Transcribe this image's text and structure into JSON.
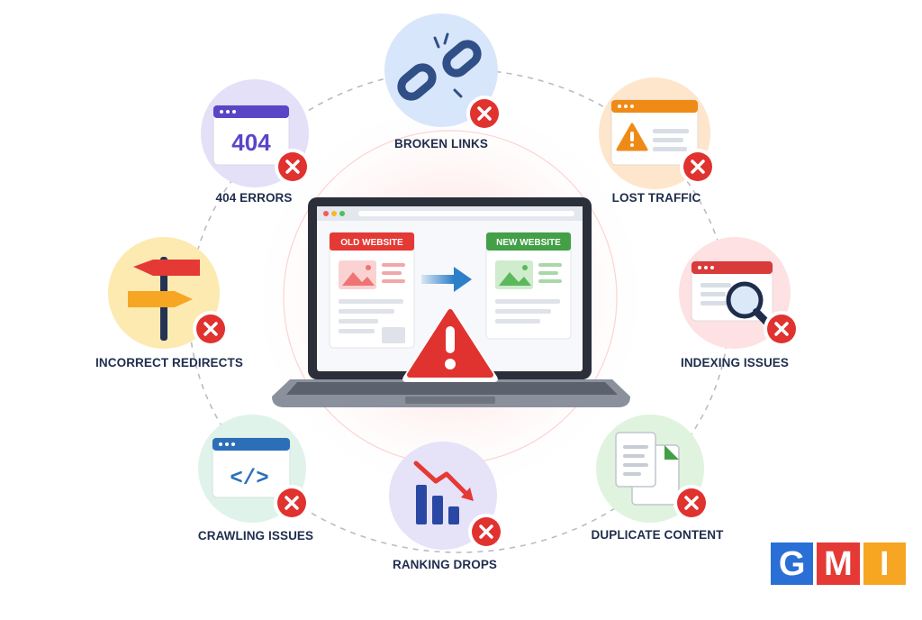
{
  "nodes": [
    {
      "key": "broken_links",
      "label": "BROKEN LINKS"
    },
    {
      "key": "404_errors",
      "label": "404 ERRORS",
      "screen_text": "404"
    },
    {
      "key": "lost_traffic",
      "label": "LOST TRAFFIC"
    },
    {
      "key": "incorrect_redirects",
      "label": "INCORRECT REDIRECTS"
    },
    {
      "key": "indexing_issues",
      "label": "INDEXING ISSUES"
    },
    {
      "key": "crawling_issues",
      "label": "CRAWLING ISSUES",
      "screen_text": "</>"
    },
    {
      "key": "ranking_drops",
      "label": "RANKING DROPS"
    },
    {
      "key": "duplicate_content",
      "label": "DUPLICATE CONTENT"
    }
  ],
  "laptop": {
    "old_website_label": "OLD WEBSITE",
    "new_website_label": "NEW WEBSITE"
  },
  "logo": {
    "letters": [
      "G",
      "M",
      "I"
    ],
    "colors": [
      "#2a6fd6",
      "#e53935",
      "#f6a623"
    ]
  },
  "colors": {
    "error_red": "#e0322f",
    "label_navy": "#1f2d4d",
    "link_blue": "#2f4f86",
    "old_red": "#e53935",
    "new_green": "#43a047",
    "arrow_blue": "#2e7fc9",
    "warning_orange": "#f08a17"
  },
  "icons": [
    "broken-link-icon",
    "warning-triangle-icon",
    "signpost-icon",
    "magnifier-icon",
    "code-icon",
    "bar-chart-down-icon",
    "documents-icon",
    "close-x-icon"
  ]
}
